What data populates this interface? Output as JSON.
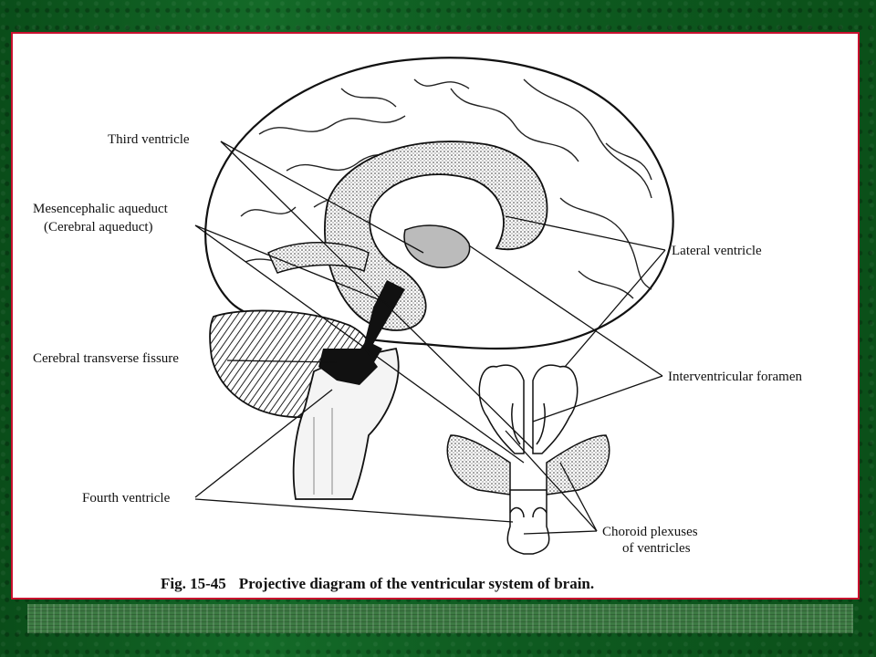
{
  "labels": {
    "third_ventricle": "Third ventricle",
    "mesencephalic_aqueduct": "Mesencephalic aqueduct",
    "cerebral_aqueduct": "(Cerebral aqueduct)",
    "cerebral_transverse_fissure": "Cerebral transverse fissure",
    "fourth_ventricle": "Fourth ventricle",
    "lateral_ventricle": "Lateral ventricle",
    "interventricular_foramen": "Interventricular foramen",
    "choroid_plexuses_1": "Choroid plexuses",
    "choroid_plexuses_2": "of ventricles"
  },
  "caption": {
    "fig_number": "Fig. 15-45",
    "text": "Projective diagram of the ventricular system of brain."
  },
  "colors": {
    "background": "#0d5a1f",
    "frame_border": "#c8102e",
    "ink": "#111111"
  }
}
